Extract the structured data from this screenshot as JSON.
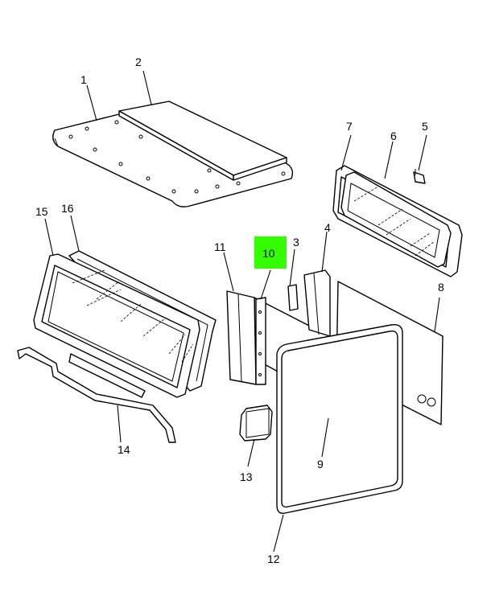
{
  "diagram": {
    "callouts": [
      {
        "id": "1",
        "label": "1"
      },
      {
        "id": "2",
        "label": "2"
      },
      {
        "id": "3",
        "label": "3"
      },
      {
        "id": "4",
        "label": "4"
      },
      {
        "id": "5",
        "label": "5"
      },
      {
        "id": "6",
        "label": "6"
      },
      {
        "id": "7",
        "label": "7"
      },
      {
        "id": "8",
        "label": "8"
      },
      {
        "id": "9",
        "label": "9"
      },
      {
        "id": "10",
        "label": "10",
        "highlighted": true
      },
      {
        "id": "11",
        "label": "11"
      },
      {
        "id": "12",
        "label": "12"
      },
      {
        "id": "13",
        "label": "13"
      },
      {
        "id": "14",
        "label": "14"
      },
      {
        "id": "15",
        "label": "15"
      },
      {
        "id": "16",
        "label": "16"
      }
    ],
    "highlight_color": "#33ff00"
  }
}
